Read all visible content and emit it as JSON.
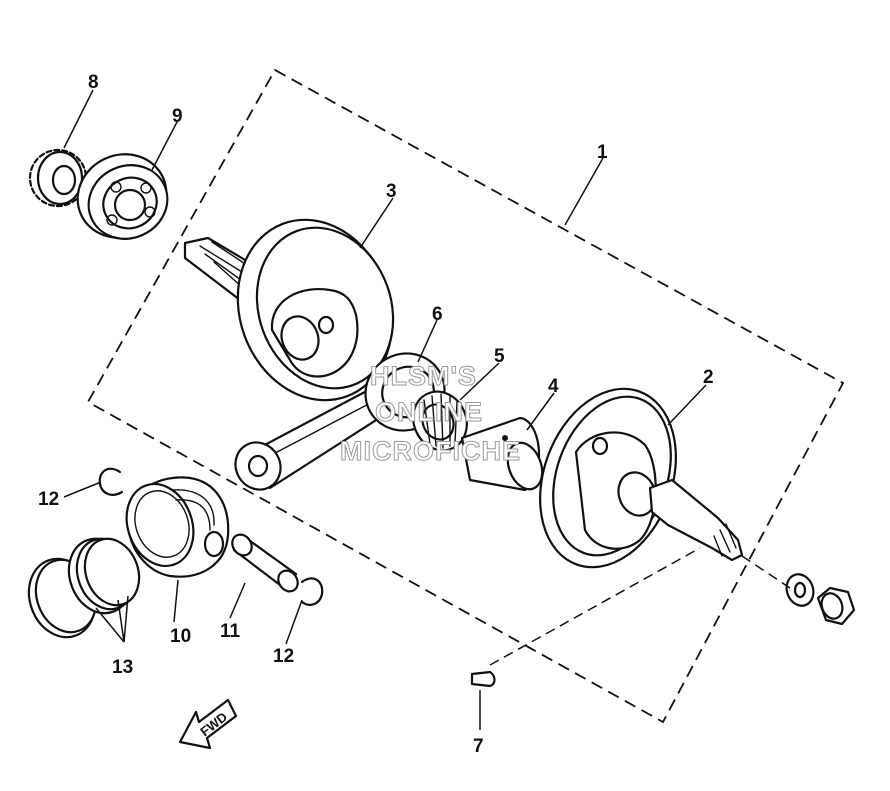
{
  "diagram": {
    "callouts": [
      "1",
      "2",
      "3",
      "4",
      "5",
      "6",
      "7",
      "8",
      "9",
      "10",
      "11",
      "12",
      "12",
      "13"
    ],
    "watermark": [
      "HLSM'S",
      "ONLINE",
      "MICROFICHE"
    ],
    "direction_label": "FWD"
  }
}
